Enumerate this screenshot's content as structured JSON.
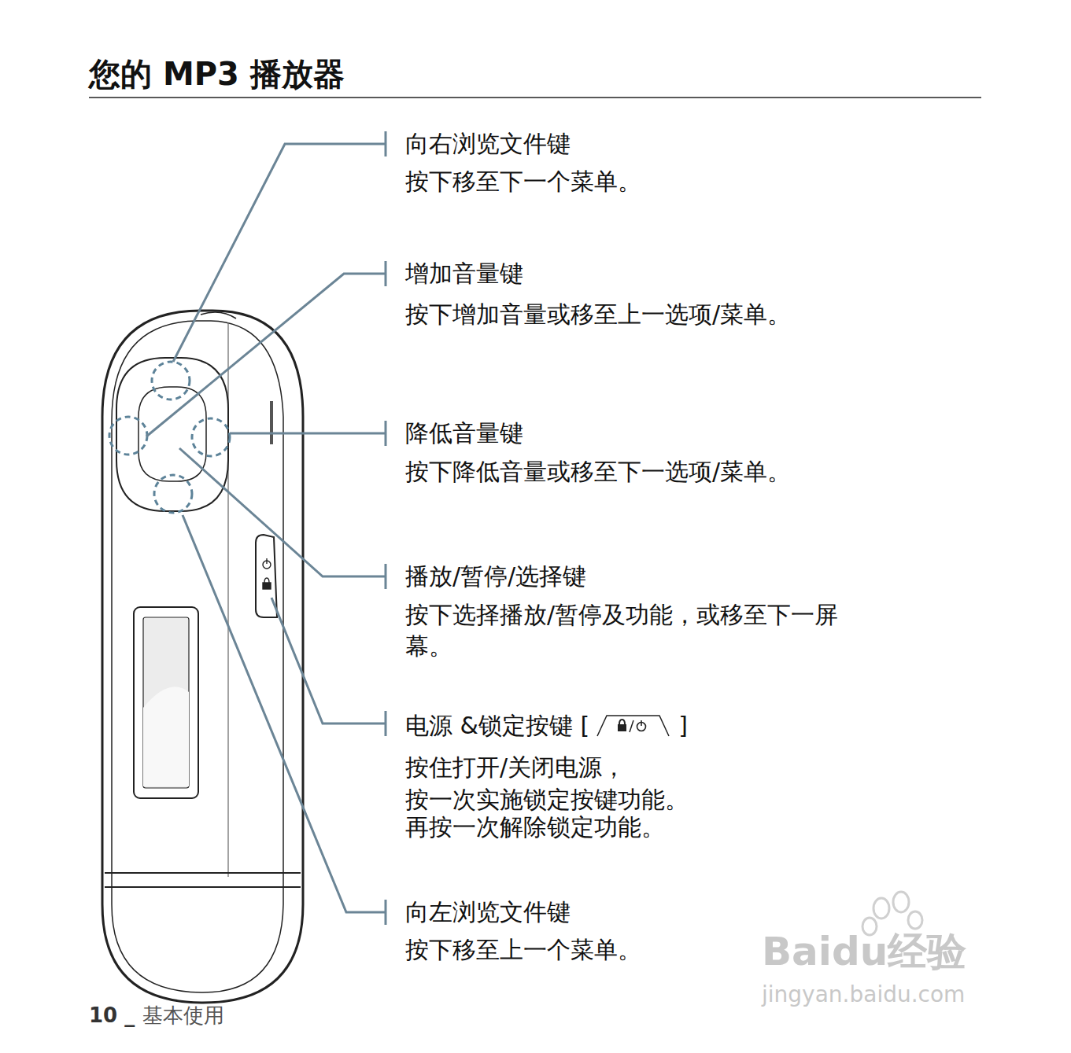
{
  "diagram": {
    "title": "您的 MP3 播放器",
    "labels": [
      "向右浏览文件键",
      "按下移至下一个菜单。",
      "增加音量键",
      "按下增加音量或移至上一选项/菜单。",
      "降低音量键",
      "按下降低音量或移至下一选项/菜单。",
      "播放/暂停/选择键",
      "按下选择播放/暂停及功能，或移至下一屏幕。",
      "电源 &锁定按键 [",
      "]",
      "按住打开/关闭电源，",
      "按一次实施锁定按键功能。",
      "再按一次解除锁定功能。",
      "向左浏览文件键",
      "按下移至上一个菜单。",
      "10 _",
      "基本使用",
      "Baidu经验",
      "jingyan.baidu.com"
    ]
  }
}
